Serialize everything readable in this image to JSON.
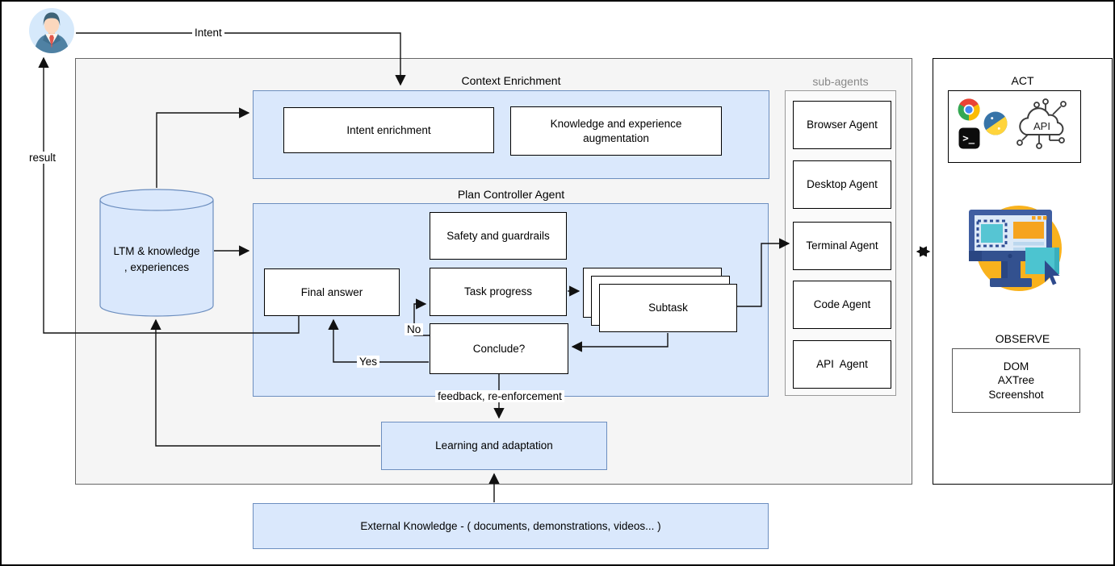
{
  "user_flow": {
    "intent_label": "Intent",
    "result_label": "result"
  },
  "context_enrichment": {
    "title": "Context Enrichment",
    "intent_enrichment": "Intent enrichment",
    "knowledge_augmentation": "Knowledge and experience augmentation"
  },
  "plan_controller": {
    "title": "Plan Controller Agent",
    "safety": "Safety and guardrails",
    "final_answer": "Final answer",
    "task_progress": "Task progress",
    "subtask": "Subtask",
    "conclude": "Conclude?",
    "no_label": "No",
    "yes_label": "Yes",
    "feedback_label": "feedback, re-enforcement"
  },
  "ltm": {
    "line1": "LTM & knowledge",
    "line2": ", experiences"
  },
  "sub_agents": {
    "title": "sub-agents",
    "items": [
      "Browser Agent",
      "Desktop Agent",
      "Terminal Agent",
      "Code Agent",
      "API  Agent"
    ]
  },
  "learning": {
    "label": "Learning and adaptation"
  },
  "external": {
    "label": "External Knowledge - ( documents, demonstrations, videos... )"
  },
  "act": {
    "title": "ACT",
    "api_icon_text": "API",
    "terminal_icon_text": ">_"
  },
  "observe": {
    "title": "OBSERVE",
    "lines": [
      "DOM",
      "AXTree",
      "Screenshot"
    ]
  },
  "colors": {
    "blue_fill": "#dae8fc",
    "blue_border": "#6c8ebf",
    "container_fill": "#f5f5f5",
    "container_border": "#666666",
    "accent_yellow": "#f9b21d"
  }
}
